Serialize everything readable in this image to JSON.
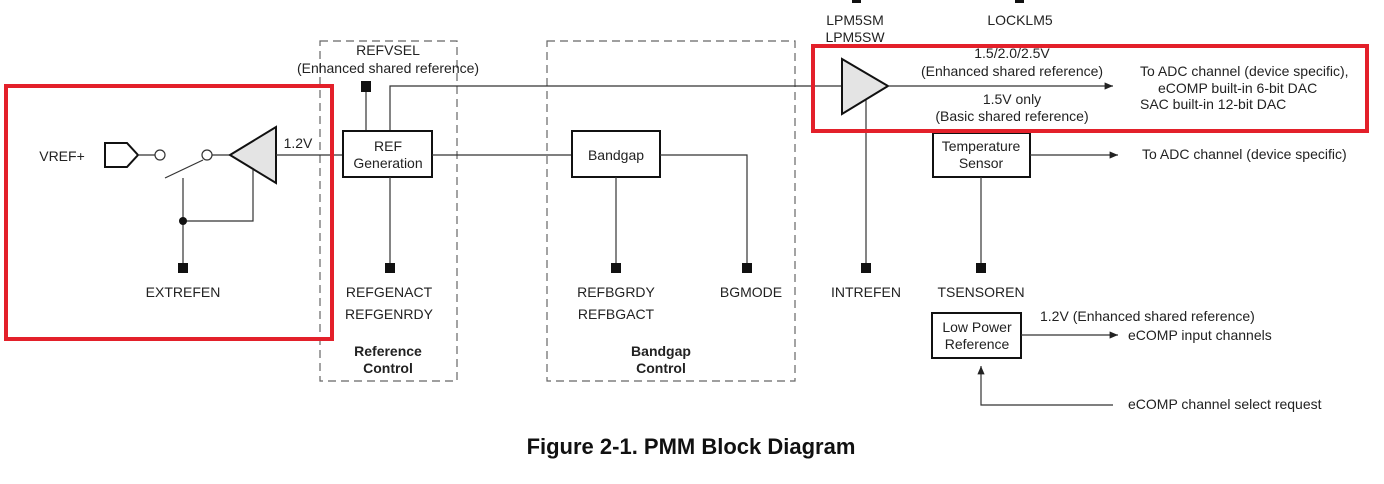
{
  "left_block": {
    "vref": "VREF+",
    "voltage": "1.2V",
    "extrefen": "EXTREFEN"
  },
  "reference_control": {
    "refvsel": "REFVSEL",
    "refvsel_note": "(Enhanced shared reference)",
    "ref_gen_line1": "REF",
    "ref_gen_line2": "Generation",
    "refgenact": "REFGENACT",
    "refgenrdy": "REFGENRDY",
    "title_line1": "Reference",
    "title_line2": "Control"
  },
  "bandgap_control": {
    "bandgap": "Bandgap",
    "refbgrdy": "REFBGRDY",
    "refbgact": "REFBGACT",
    "bgmode": "BGMODE",
    "title_line1": "Bandgap",
    "title_line2": "Control"
  },
  "top_signals": {
    "lpm5sm": "LPM5SM",
    "lpm5sw": "LPM5SW",
    "locklm5": "LOCKLM5"
  },
  "shared_ref": {
    "enhanced_v": "1.5/2.0/2.5V",
    "enhanced_note": "(Enhanced shared reference)",
    "basic_v": "1.5V only",
    "basic_note": "(Basic shared reference)",
    "dest_line1": "To ADC channel (device specific),",
    "dest_line2": "eCOMP built-in 6-bit DAC",
    "dest_line3": "SAC built-in 12-bit DAC",
    "intrefen": "INTREFEN"
  },
  "temp_sensor": {
    "line1": "Temperature",
    "line2": "Sensor",
    "dest": "To ADC channel (device specific)",
    "enable": "TSENSOREN"
  },
  "low_power_ref": {
    "line1": "Low Power",
    "line2": "Reference",
    "out_label": "1.2V (Enhanced shared reference)",
    "dest": "eCOMP input channels",
    "request": "eCOMP channel select request"
  },
  "caption": "Figure 2-1. PMM Block Diagram",
  "colors": {
    "highlight": "#e3202a",
    "amplifier_fill": "#e4e4e4"
  }
}
